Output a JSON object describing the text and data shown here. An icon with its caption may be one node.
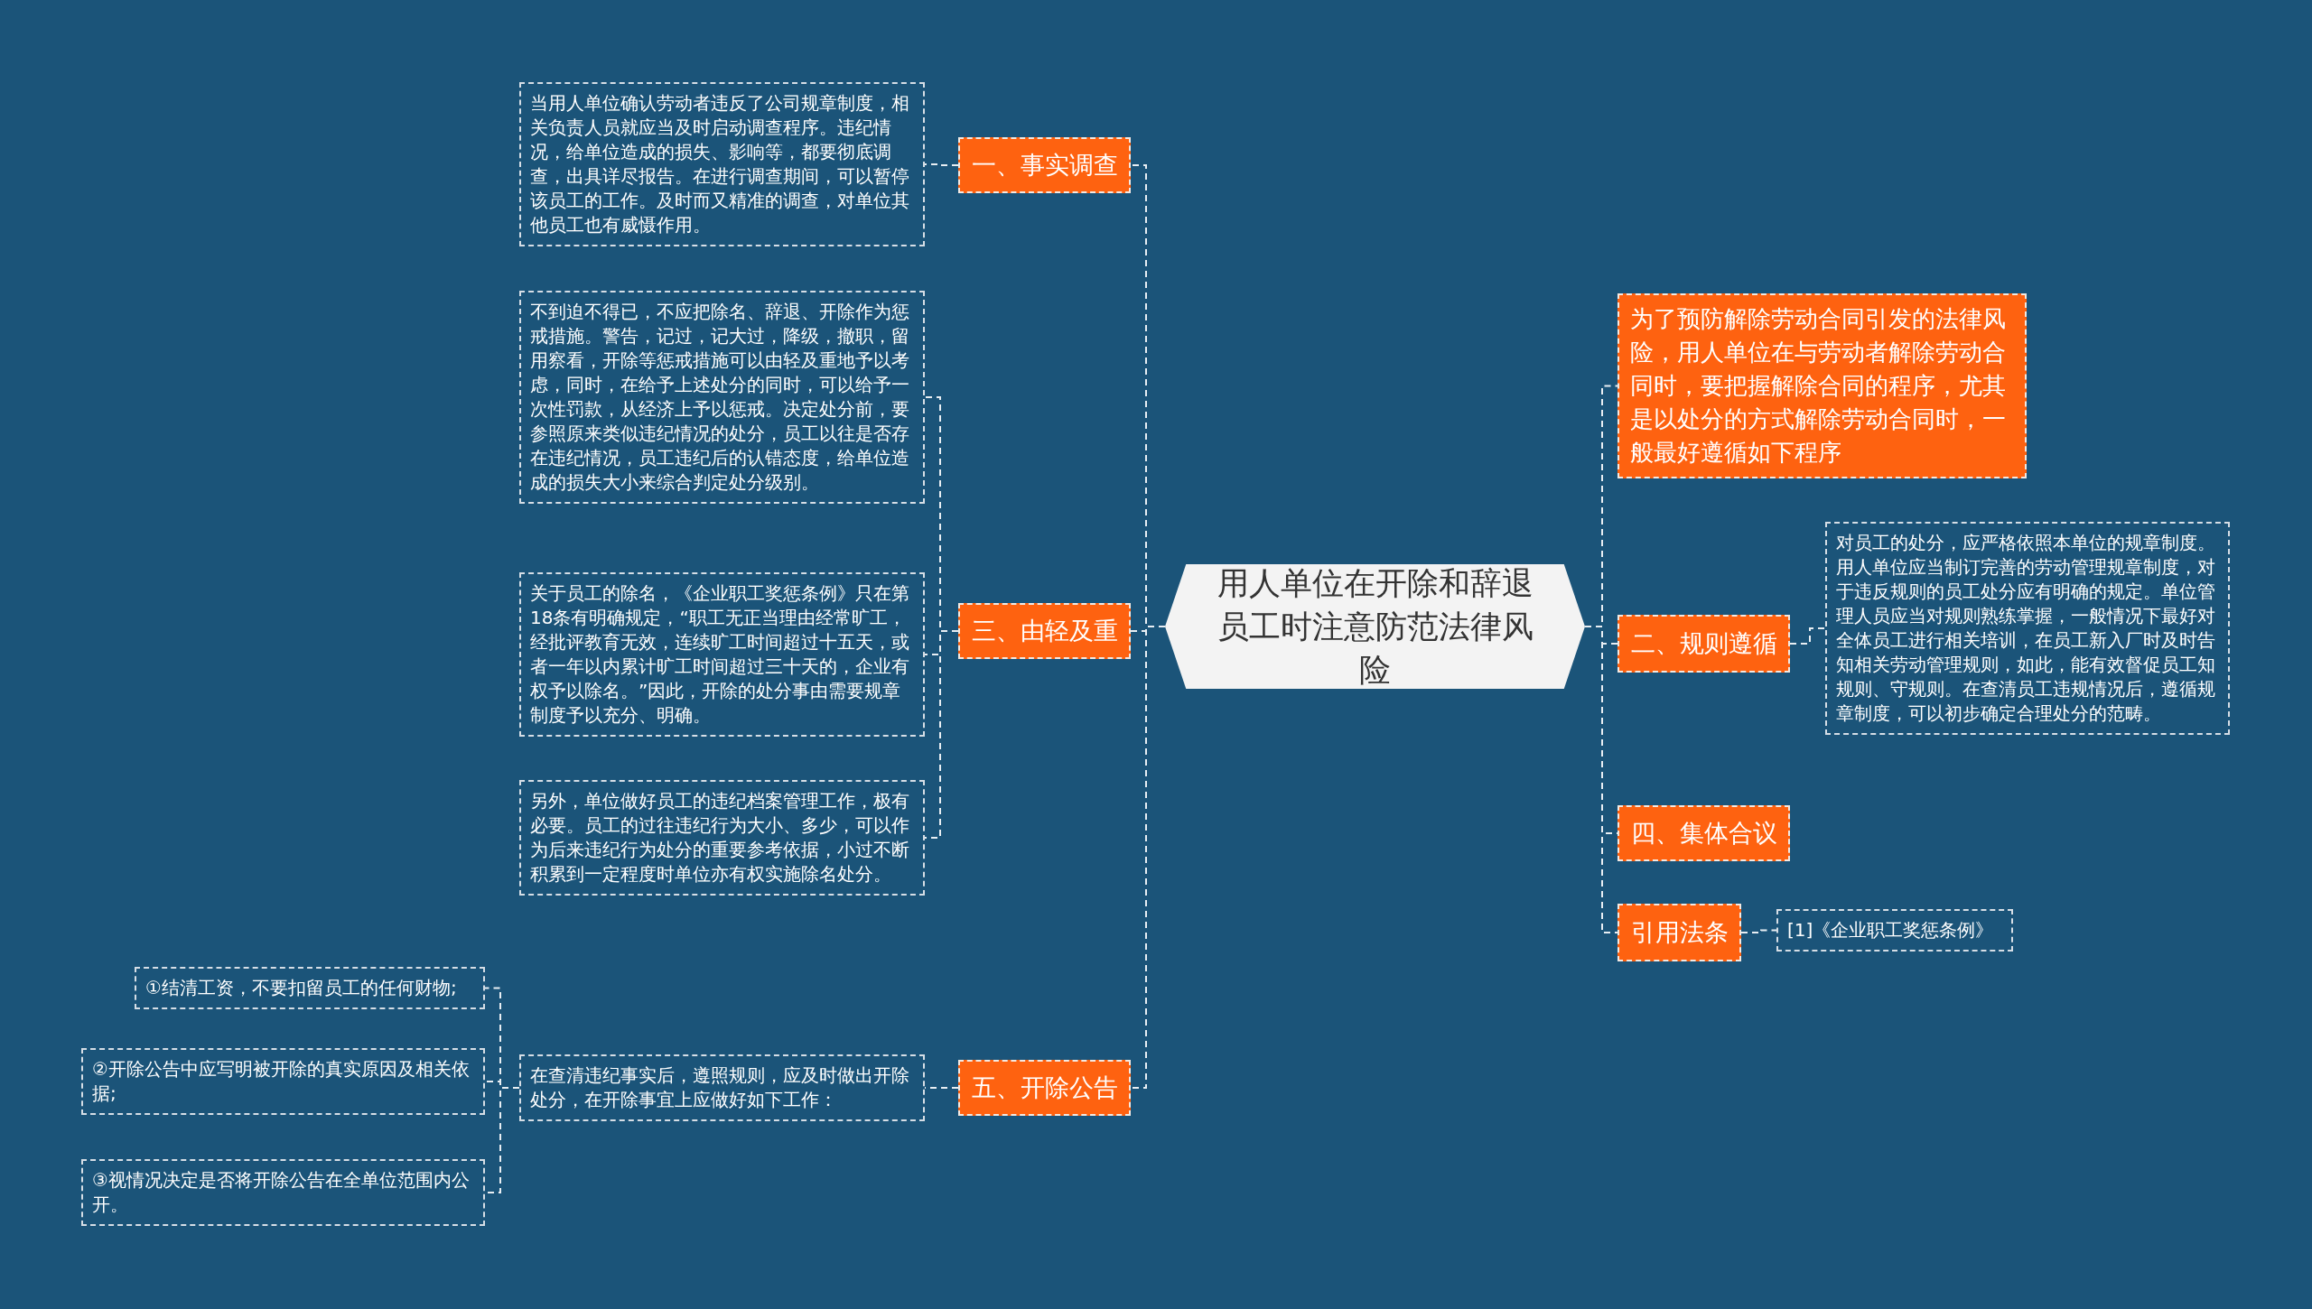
{
  "diagram": {
    "nodes": [
      {
        "text": [
          "用人单位在开除和辞退员工时注意防范法律风险"
        ]
      },
      {
        "text": [
          "一、事实调查"
        ]
      },
      {
        "text": [
          "当用人单位确认劳动者违反了公司规章制度，相关负责人员就应当及时启动调查程序。违纪情况，给单位造成的损失、影响等，都要彻底调查，出具详尽报告。在进行调查期间，可以暂停该员工的工作。及时而又精准的调查，对单位其他员工也有威慑作用。"
        ]
      },
      {
        "text": [
          "三、由轻及重"
        ]
      },
      {
        "text": [
          "不到迫不得已，不应把除名、辞退、开除作为惩戒措施。警告，记过，记大过，降级，撤职，留用察看，开除等惩戒措施可以由轻及重地予以考虑，同时，在给予上述处分的同时，可以给予一次性罚款，从经济上予以惩戒。决定处分前，要参照原来类似违纪情况的处分，员工以往是否存在违纪情况，员工违纪后的认错态度，给单位造成的损失大小来综合判定处分级别。"
        ]
      },
      {
        "text": [
          "关于员工的除名，《企业职工奖惩条例》只在第18条有明确规定，“职工无正当理由经常旷工，经批评教育无效，连续旷工时间超过十五天，或者一年以内累计旷工时间超过三十天的，企业有权予以除名。”因此，开除的处分事由需要规章制度予以充分、明确。"
        ]
      },
      {
        "text": [
          "另外，单位做好员工的违纪档案管理工作，极有必要。员工的过往违纪行为大小、多少，可以作为后来违纪行为处分的重要参考依据，小过不断积累到一定程度时单位亦有权实施除名处分。"
        ]
      },
      {
        "text": [
          "五、开除公告"
        ]
      },
      {
        "text": [
          "在查清违纪事实后，遵照规则，应及时做出开除处分，在开除事宜上应做好如下工作："
        ]
      },
      {
        "text": [
          "①结清工资，不要扣留员工的任何财物;"
        ]
      },
      {
        "text": [
          "②开除公告中应写明被开除的真实原因及相关依据;"
        ]
      },
      {
        "text": [
          "③视情况决定是否将开除公告在全单位范围内公开。"
        ]
      },
      {
        "text": [
          "为了预防解除劳动合同引发的法律风险，用人单位在与劳动者解除劳动合同时，要把握解除合同的程序，尤其是以处分的方式解除劳动合同时，一般最好遵循如下程序"
        ]
      },
      {
        "text": [
          "二、规则遵循"
        ]
      },
      {
        "text": [
          "对员工的处分，应严格依照本单位的规章制度。用人单位应当制订完善的劳动管理规章制度，对于违反规则的员工处分应有明确的规定。单位管理人员应当对规则熟练掌握，一般情况下最好对全体员工进行相关培训，在员工新入厂时及时告知相关劳动管理规则，如此，能有效督促员工知规则、守规则。在查清员工违规情况后，遵循规章制度，可以初步确定合理处分的范畴。"
        ]
      },
      {
        "text": [
          "四、集体合议"
        ]
      },
      {
        "text": [
          "引用法条"
        ]
      },
      {
        "text": [
          "[1]《企业职工奖惩条例》"
        ]
      }
    ],
    "edges": [
      {
        "from": 0,
        "to": 1,
        "arrow": "none",
        "style": "dashed"
      },
      {
        "from": 1,
        "to": 2,
        "arrow": "none",
        "style": "dashed"
      },
      {
        "from": 0,
        "to": 3,
        "arrow": "none",
        "style": "dashed"
      },
      {
        "from": 3,
        "to": 4,
        "arrow": "none",
        "style": "dashed"
      },
      {
        "from": 3,
        "to": 5,
        "arrow": "none",
        "style": "dashed"
      },
      {
        "from": 3,
        "to": 6,
        "arrow": "none",
        "style": "dashed"
      },
      {
        "from": 0,
        "to": 7,
        "arrow": "none",
        "style": "dashed"
      },
      {
        "from": 7,
        "to": 8,
        "arrow": "none",
        "style": "dashed"
      },
      {
        "from": 8,
        "to": 9,
        "arrow": "none",
        "style": "dashed"
      },
      {
        "from": 8,
        "to": 10,
        "arrow": "none",
        "style": "dashed"
      },
      {
        "from": 8,
        "to": 11,
        "arrow": "none",
        "style": "dashed"
      },
      {
        "from": 0,
        "to": 12,
        "arrow": "none",
        "style": "dashed"
      },
      {
        "from": 0,
        "to": 13,
        "arrow": "none",
        "style": "dashed"
      },
      {
        "from": 13,
        "to": 14,
        "arrow": "none",
        "style": "dashed"
      },
      {
        "from": 0,
        "to": 15,
        "arrow": "none",
        "style": "dashed"
      },
      {
        "from": 0,
        "to": 16,
        "arrow": "none",
        "style": "dashed"
      },
      {
        "from": 16,
        "to": 17,
        "arrow": "none",
        "style": "dashed"
      }
    ]
  }
}
